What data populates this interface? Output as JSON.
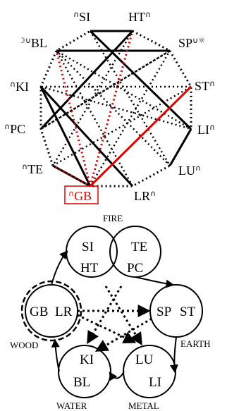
{
  "top_diagram": {
    "nodes": [
      {
        "label": "SI",
        "marker": "∩",
        "marker_side": "before"
      },
      {
        "label": "HT",
        "marker": "∩",
        "marker_side": "after"
      },
      {
        "label": "SP",
        "marker": "∪☼",
        "marker_side": "after"
      },
      {
        "label": "ST",
        "marker": "∩",
        "marker_side": "after"
      },
      {
        "label": "LI",
        "marker": "∩",
        "marker_side": "after"
      },
      {
        "label": "LU",
        "marker": "∩",
        "marker_side": "after"
      },
      {
        "label": "LR",
        "marker": "∩",
        "marker_side": "after"
      },
      {
        "label": "GB",
        "marker": "∩",
        "marker_side": "before"
      },
      {
        "label": "TE",
        "marker": "∩",
        "marker_side": "before"
      },
      {
        "label": "PC",
        "marker": "∩",
        "marker_side": "before"
      },
      {
        "label": "KI",
        "marker": "∩",
        "marker_side": "before"
      },
      {
        "label": "BL",
        "marker": "☽∪",
        "marker_side": "before"
      }
    ],
    "highlighted_node": "GB",
    "colors": {
      "solid": "#000000",
      "highlight": "#e00000"
    }
  },
  "bottom_diagram": {
    "elements": [
      {
        "name": "FIRE",
        "organs": [
          "SI",
          "TE",
          "HT",
          "PC"
        ]
      },
      {
        "name": "EARTH",
        "organs": [
          "SP",
          "ST"
        ]
      },
      {
        "name": "METAL",
        "organs": [
          "LU",
          "LI"
        ]
      },
      {
        "name": "WATER",
        "organs": [
          "KI",
          "BL"
        ]
      },
      {
        "name": "WOOD",
        "organs": [
          "GB",
          "LR"
        ]
      }
    ]
  }
}
